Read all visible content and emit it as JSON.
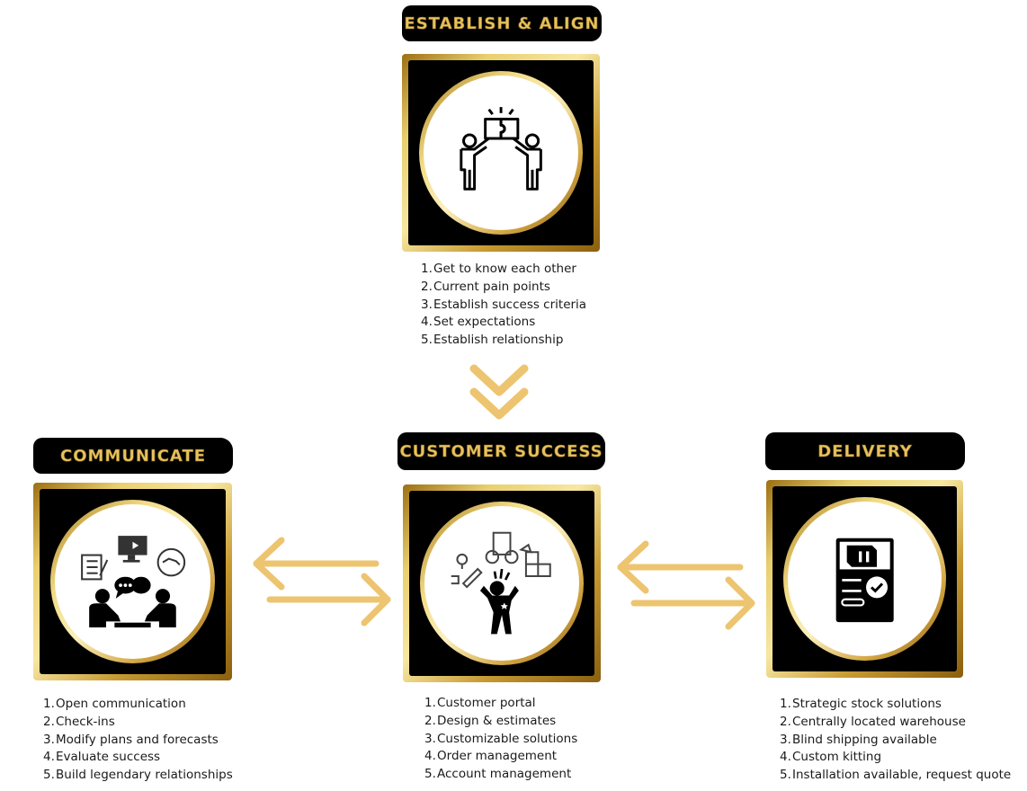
{
  "colors": {
    "gold": "#e7c25f",
    "arrow": "#edc46f",
    "black": "#000000"
  },
  "stages": {
    "establish": {
      "title": "ESTABLISH & ALIGN",
      "icon": "puzzle-teamwork-icon",
      "items": [
        "Get to know each other",
        "Current pain points",
        "Establish success criteria",
        "Set expectations",
        "Establish relationship"
      ]
    },
    "communicate": {
      "title": "COMMUNICATE",
      "icon": "meeting-communication-icon",
      "items": [
        "Open communication",
        "Check-ins",
        "Modify plans and forecasts",
        "Evaluate success",
        "Build legendary relationships"
      ]
    },
    "customer_success": {
      "title": "CUSTOMER SUCCESS",
      "icon": "celebrating-person-icon",
      "items": [
        "Customer portal",
        "Design & estimates",
        "Customizable solutions",
        "Order management",
        "Account management"
      ]
    },
    "delivery": {
      "title": "DELIVERY",
      "icon": "delivery-document-icon",
      "items": [
        "Strategic stock solutions",
        "Centrally located warehouse",
        "Blind shipping available",
        "Custom kitting",
        "Installation available, request quote"
      ]
    }
  },
  "numbers": [
    "1.",
    "2.",
    "3.",
    "4.",
    "5."
  ]
}
